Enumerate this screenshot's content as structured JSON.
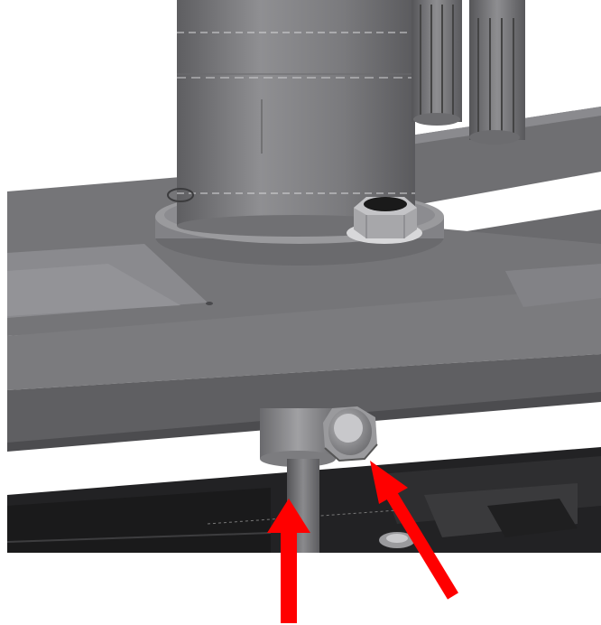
{
  "image": {
    "kind": "3d-cad-render",
    "subject": "motor-mount-assembly-closeup",
    "annotations": [
      {
        "name": "annotation-arrow-shaft",
        "color": "#ff0000",
        "icon": "arrow-up-icon"
      },
      {
        "name": "annotation-arrow-bolt",
        "color": "#ff0000",
        "icon": "arrow-up-left-icon"
      }
    ],
    "palette": {
      "frame": "#6f6f72",
      "frame_light": "#8c8c90",
      "frame_dark": "#4a4a4d",
      "motor": "#7b7b7e",
      "motor_light": "#9a9a9d",
      "base_dark": "#1e1e1e",
      "arrow": "#ff0000",
      "background": "#ffffff"
    }
  }
}
